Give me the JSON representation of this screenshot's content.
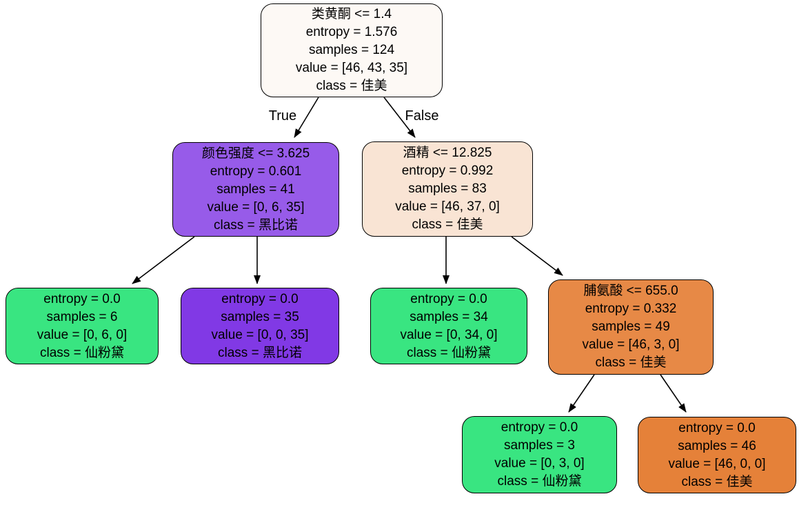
{
  "diagram": {
    "type": "decision-tree",
    "criterion": "entropy",
    "class_names": [
      "佳美",
      "仙粉黛",
      "黑比诺"
    ]
  },
  "edges": {
    "true_label": "True",
    "false_label": "False"
  },
  "nodes": {
    "root": {
      "condition": "类黄酮 <= 1.4",
      "entropy": "entropy = 1.576",
      "samples": "samples = 124",
      "value": "value = [46, 43, 35]",
      "klass": "class = 佳美",
      "color": "#fdf9f5"
    },
    "color_intensity": {
      "condition": "颜色强度 <= 3.625",
      "entropy": "entropy = 0.601",
      "samples": "samples = 41",
      "value": "value = [0, 6, 35]",
      "klass": "class = 黑比诺",
      "color": "#975be9"
    },
    "alcohol": {
      "condition": "酒精 <= 12.825",
      "entropy": "entropy = 0.992",
      "samples": "samples = 83",
      "value": "value = [46, 37, 0]",
      "klass": "class = 佳美",
      "color": "#f9e4d4"
    },
    "proline": {
      "condition": "脯氨酸 <= 655.0",
      "entropy": "entropy = 0.332",
      "samples": "samples = 49",
      "value": "value = [46, 3, 0]",
      "klass": "class = 佳美",
      "color": "#e78946"
    },
    "leaf_1": {
      "entropy": "entropy = 0.0",
      "samples": "samples = 6",
      "value": "value = [0, 6, 0]",
      "klass": "class = 仙粉黛",
      "color": "#39e581"
    },
    "leaf_2": {
      "entropy": "entropy = 0.0",
      "samples": "samples = 35",
      "value": "value = [0, 0, 35]",
      "klass": "class = 黑比诺",
      "color": "#8139e5"
    },
    "leaf_3": {
      "entropy": "entropy = 0.0",
      "samples": "samples = 34",
      "value": "value = [0, 34, 0]",
      "klass": "class = 仙粉黛",
      "color": "#39e581"
    },
    "leaf_4": {
      "entropy": "entropy = 0.0",
      "samples": "samples = 3",
      "value": "value = [0, 3, 0]",
      "klass": "class = 仙粉黛",
      "color": "#39e581"
    },
    "leaf_5": {
      "entropy": "entropy = 0.0",
      "samples": "samples = 46",
      "value": "value = [46, 0, 0]",
      "klass": "class = 佳美",
      "color": "#e58139"
    }
  },
  "colors": {
    "border": "#000000",
    "edge": "#000000",
    "class_gamay_orange": "#e58139",
    "class_zinfandel_green": "#39e581",
    "class_pinot_purple": "#8139e5"
  }
}
